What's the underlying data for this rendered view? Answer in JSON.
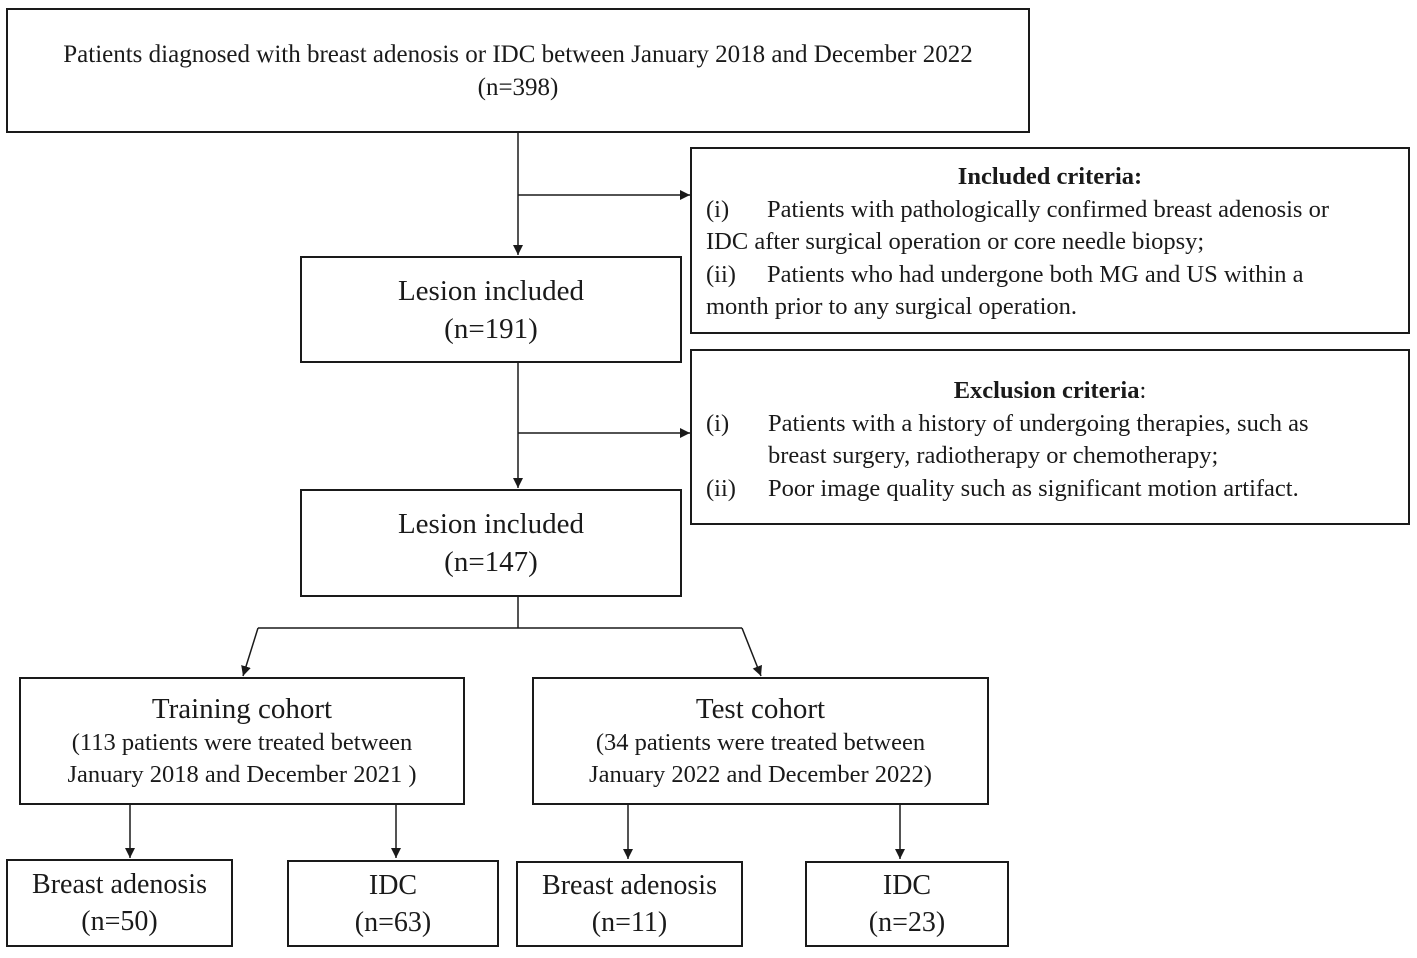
{
  "top": {
    "line1": "Patients diagnosed with breast adenosis or IDC between January 2018 and December 2022",
    "line2": "(n=398)"
  },
  "lesion1": {
    "title": "Lesion included",
    "count": "(n=191)"
  },
  "lesion2": {
    "title": "Lesion included",
    "count": "(n=147)"
  },
  "included_criteria": {
    "title": "Included criteria:",
    "items": [
      {
        "marker": "(i)",
        "line1": "Patients with pathologically confirmed breast adenosis or",
        "line2": "IDC after surgical operation or core needle biopsy;"
      },
      {
        "marker": "(ii)",
        "line1": "Patients who had undergone both MG and US within a",
        "line2": "month prior to any surgical operation."
      }
    ]
  },
  "exclusion_criteria": {
    "title": "Exclusion criteria",
    "title_suffix": ":",
    "items": [
      {
        "marker": "(i)",
        "line1": "Patients with a history of undergoing therapies, such as",
        "line2": "breast surgery, radiotherapy or chemotherapy;"
      },
      {
        "marker": "(ii)",
        "line1": "Poor image quality such as significant motion artifact."
      }
    ]
  },
  "training": {
    "title": "Training cohort",
    "line1": "(113 patients were treated between",
    "line2": "January 2018 and December 2021 )"
  },
  "test": {
    "title": "Test cohort",
    "line1": "(34 patients were treated between",
    "line2": "January 2022 and December 2022)"
  },
  "leaves": [
    {
      "label": "Breast adenosis",
      "count": "(n=50)"
    },
    {
      "label": "IDC",
      "count": "(n=63)"
    },
    {
      "label": "Breast adenosis",
      "count": "(n=11)"
    },
    {
      "label": "IDC",
      "count": "(n=23)"
    }
  ]
}
